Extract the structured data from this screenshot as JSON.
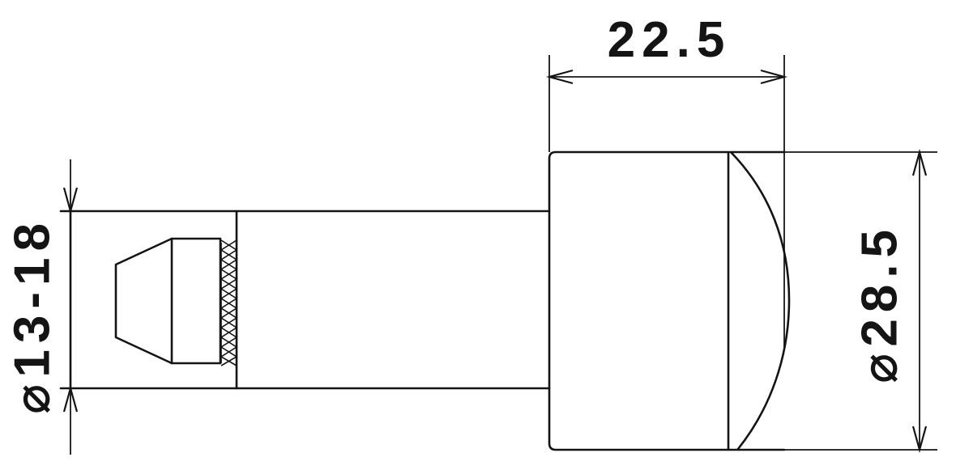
{
  "drawing": {
    "title": "bar-end expander plug - side view technical drawing",
    "background_color": "#ffffff",
    "line_color": "#141414",
    "labels": {
      "body_length": "22.5",
      "body_outer_diameter": "⌀28.5",
      "clamp_diameter_range": "⌀13-18"
    },
    "features": [
      "expander-cone",
      "knurled-grip-band",
      "mounting-shaft",
      "end-cap-body",
      "domed-end-face"
    ]
  }
}
